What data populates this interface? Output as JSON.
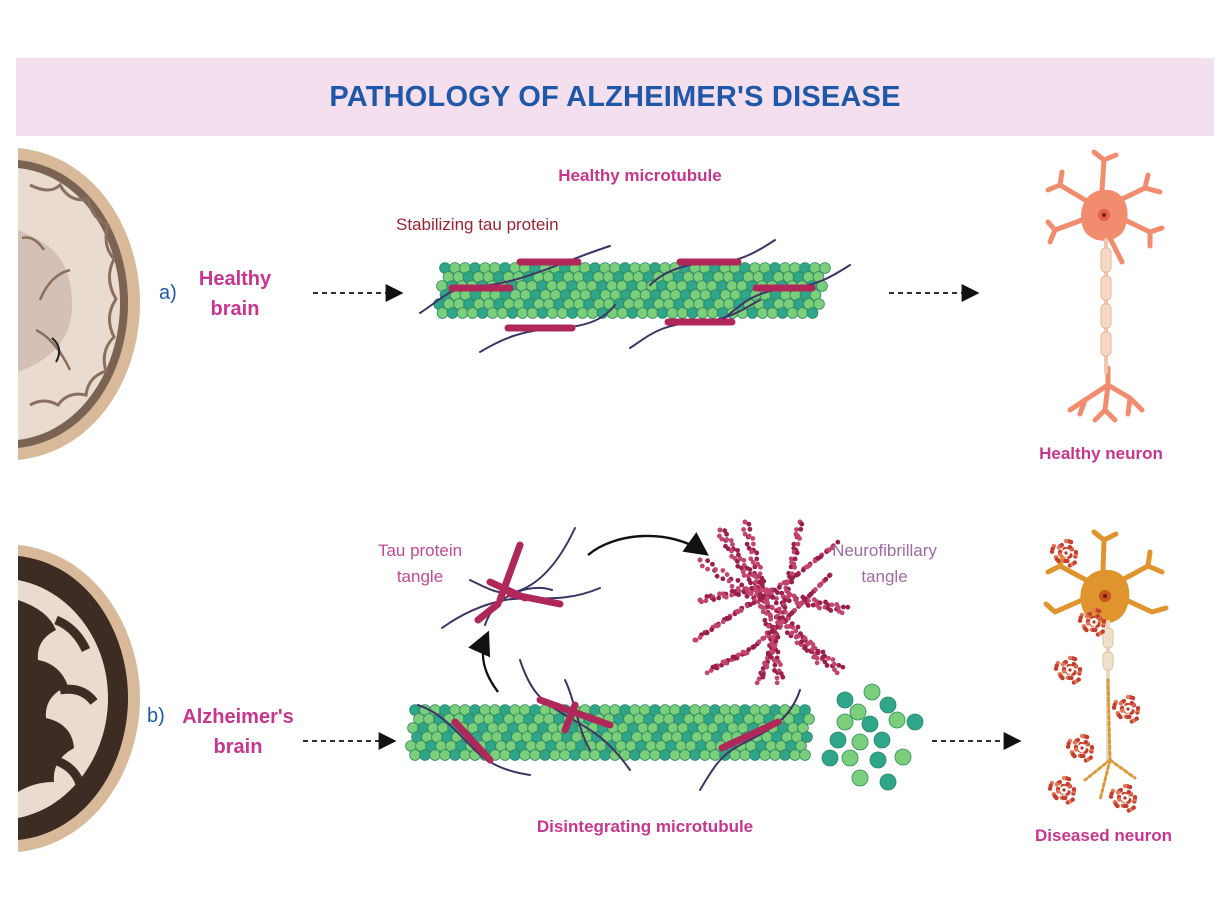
{
  "title": "PATHOLOGY OF ALZHEIMER'S DISEASE",
  "row_a": {
    "marker": "a)",
    "brain_label": [
      "Healthy",
      "brain"
    ],
    "microtubule_label": "Healthy microtubule",
    "tau_label": "Stabilizing tau protein",
    "neuron_label": "Healthy neuron"
  },
  "row_b": {
    "marker": "b)",
    "brain_label": [
      "Alzheimer's",
      "brain"
    ],
    "tangle_label": [
      "Tau protein",
      "tangle"
    ],
    "nft_label": [
      "Neurofibrillary",
      "tangle"
    ],
    "microtubule_label": "Disintegrating microtubule",
    "neuron_label": "Diseased neuron"
  },
  "colors": {
    "title": "#1f58a8",
    "banner": "#f4dfee",
    "label_magenta": "#c6368f",
    "tau": "#b0285a",
    "tubulin_light": "#7ccf7a",
    "tubulin_teal": "#2fa58a",
    "healthy_neuron": "#f28c6e",
    "diseased_neuron": "#e0942e",
    "plaque": "#c2402f"
  }
}
